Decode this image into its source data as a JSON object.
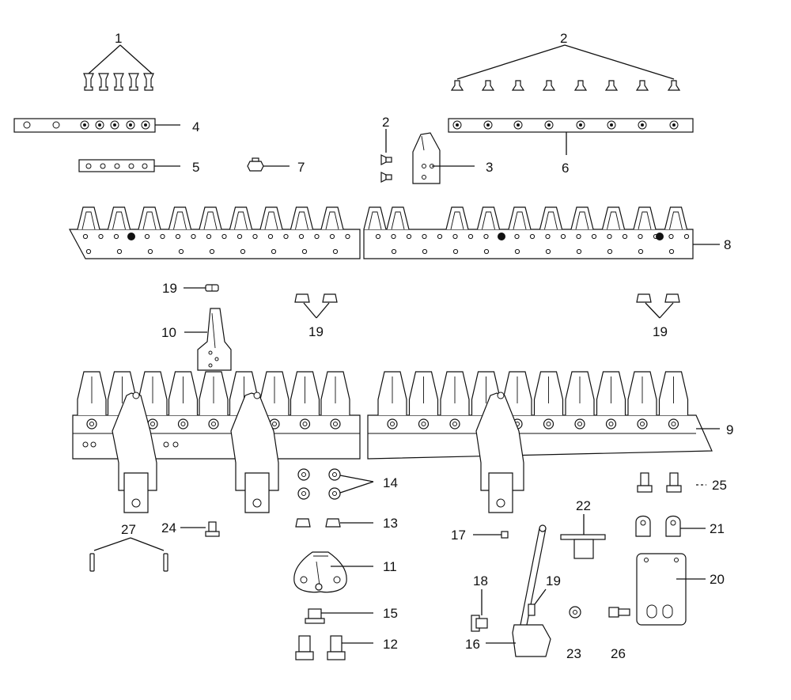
{
  "diagram": {
    "callouts": [
      "1",
      "2",
      "2",
      "3",
      "4",
      "5",
      "6",
      "7",
      "8",
      "9",
      "10",
      "11",
      "12",
      "13",
      "14",
      "15",
      "16",
      "17",
      "18",
      "19",
      "19",
      "19",
      "19",
      "20",
      "21",
      "22",
      "23",
      "24",
      "25",
      "26",
      "27"
    ]
  }
}
